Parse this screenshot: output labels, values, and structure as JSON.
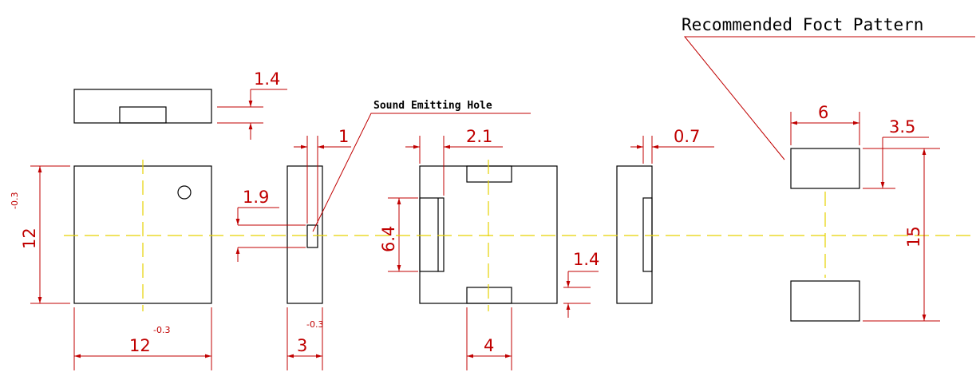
{
  "labels": {
    "footprint_title": "Recommended Foct Pattern",
    "sound_hole": "Sound Emitting Hole"
  },
  "dimensions": {
    "top_height": "1.4",
    "left_height": "12",
    "left_height_tol": "-0.3",
    "left_width": "12",
    "left_width_tol": "-0.3",
    "side_thickness": "3",
    "side_thickness_tol": "-0.3",
    "hole_offset": "1",
    "hole_size": "1.9",
    "bottom_pad_width": "2.1",
    "bottom_pad_height": "6.4",
    "bottom_pad_gap": "1.4",
    "bottom_pad_span": "4",
    "right_side": "0.7",
    "fp_width": "6",
    "fp_height": "3.5",
    "fp_span": "15"
  },
  "colors": {
    "dimension": "#c00000",
    "centerline": "#e6d200",
    "outline": "#000000"
  }
}
